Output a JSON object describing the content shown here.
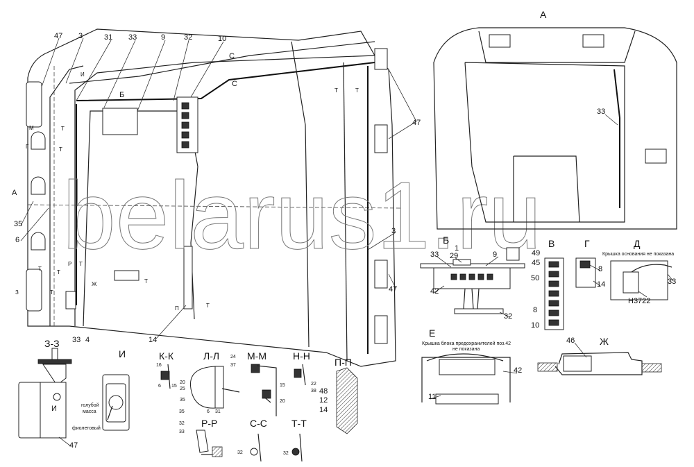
{
  "watermark": "belarus1.ru",
  "main_plan": {
    "callouts": [
      "47",
      "3",
      "31",
      "33",
      "9",
      "32",
      "10",
      "С",
      "С",
      "И",
      "Б",
      "Т",
      "Т",
      "47",
      "3",
      "47",
      "А",
      "35",
      "6",
      "Т",
      "Г",
      "М",
      "Т",
      "Т",
      "Т",
      "З",
      "Т",
      "Р",
      "Т",
      "Ж",
      "Т",
      "П",
      "Т",
      "33",
      "4",
      "14"
    ]
  },
  "view_A": {
    "title": "А",
    "callouts": [
      "33"
    ]
  },
  "view_B": {
    "title": "Б",
    "callouts": [
      "1",
      "29",
      "33",
      "9",
      "42",
      "32"
    ]
  },
  "view_V": {
    "title": "В",
    "callouts": [
      "49",
      "45",
      "50",
      "8",
      "10"
    ]
  },
  "view_G": {
    "title": "Г",
    "callouts": [
      "8",
      "14"
    ]
  },
  "view_D": {
    "title": "Д",
    "note": "Крышка основания не показана",
    "callouts": [
      "33",
      "Н3722"
    ]
  },
  "view_E": {
    "title": "Е",
    "note_line1": "Крышка блока предохранителей поз.42",
    "note_line2": "не показана",
    "callouts": [
      "42",
      "11"
    ]
  },
  "view_Zh": {
    "title": "Ж",
    "callouts": [
      "46"
    ]
  },
  "section_ZZ": {
    "title": "З-З",
    "callouts": [
      "И",
      "47"
    ]
  },
  "view_I": {
    "title": "И",
    "wire_blue": "голубой",
    "wire_mass": "масса",
    "wire_violet": "фиолетовый"
  },
  "section_KK": {
    "title": "К-К",
    "callouts": [
      "16",
      "6",
      "15",
      "20",
      "25",
      "35"
    ]
  },
  "section_LL": {
    "title": "Л-Л",
    "callouts": [
      "24",
      "37",
      "35",
      "6",
      "31"
    ]
  },
  "section_MM": {
    "title": "М-М",
    "callouts": [
      "15",
      "20"
    ]
  },
  "section_NN": {
    "title": "Н-Н",
    "callouts": [
      "22",
      "38"
    ]
  },
  "section_PP": {
    "title": "П-П",
    "callouts": [
      "48",
      "12",
      "14"
    ]
  },
  "section_RR": {
    "title": "Р-Р",
    "callouts": [
      "32",
      "33"
    ]
  },
  "section_SS": {
    "title": "С-С",
    "callouts": [
      "32"
    ]
  },
  "section_TT": {
    "title": "Т-Т",
    "callouts": [
      "32"
    ]
  }
}
